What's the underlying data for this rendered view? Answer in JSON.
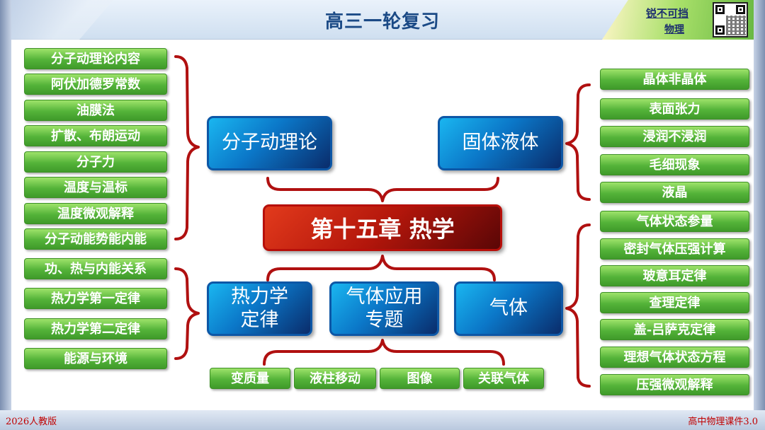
{
  "header": {
    "title": "高三一轮复习",
    "brand_line1": "锐不可挡",
    "brand_line2": "物理",
    "qr_code": "qr-code-icon"
  },
  "footer": {
    "left": "2026人教版",
    "right": "高中物理课件3.0"
  },
  "center": "第十五章 热学",
  "topics": {
    "molecular": "分子动理论",
    "solid_liquid": "固体液体",
    "thermo_law": [
      "热力学",
      "定律"
    ],
    "gas_topics": [
      "气体应用",
      "专题"
    ],
    "gas": "气体"
  },
  "molecular_items": [
    "分子动理论内容",
    "阿伏加德罗常数",
    "油膜法",
    "扩散、布朗运动",
    "分子力",
    "温度与温标",
    "温度微观解释",
    "分子动能势能内能"
  ],
  "thermo_items": [
    "功、热与内能关系",
    "热力学第一定律",
    "热力学第二定律",
    "能源与环境"
  ],
  "solid_items": [
    "晶体非晶体",
    "表面张力",
    "浸润不浸润",
    "毛细现象",
    "液晶"
  ],
  "gas_items": [
    "气体状态参量",
    "密封气体压强计算",
    "玻意耳定律",
    "查理定律",
    "盖-吕萨克定律",
    "理想气体状态方程",
    "压强微观解释"
  ],
  "gas_topic_items": [
    "变质量",
    "液柱移动",
    "图像",
    "关联气体"
  ],
  "colors": {
    "leaf_green": "#54b339",
    "topic_blue": "#0b77c8",
    "center_red": "#b3160b",
    "brace_red": "#b01010",
    "title_blue": "#1b4a86"
  }
}
